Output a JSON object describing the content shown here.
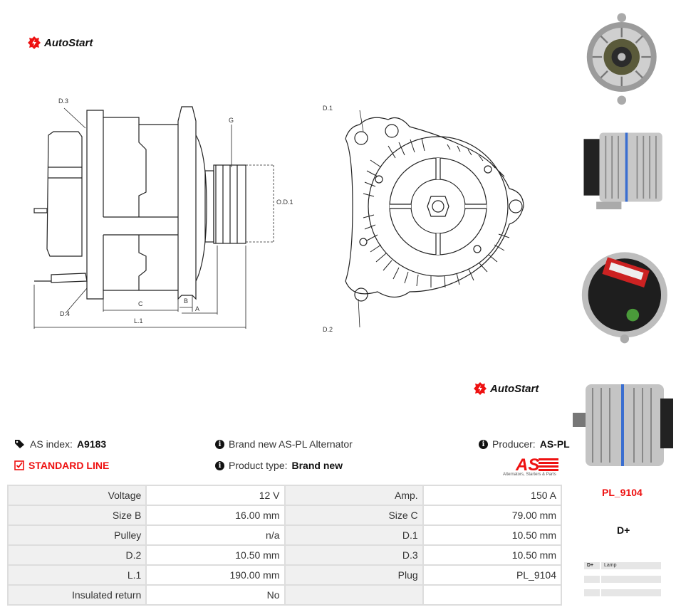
{
  "brand": {
    "name": "AutoStart"
  },
  "drawing": {
    "labels": {
      "d3": "D.3",
      "d4": "D.4",
      "g": "G",
      "od1": "O.D.1",
      "c": "C",
      "b": "B",
      "a": "A",
      "l1": "L.1",
      "d1": "D.1",
      "d2": "D.2"
    }
  },
  "info": {
    "as_index_label": "AS index:",
    "as_index_value": "A9183",
    "standard_line": "STANDARD LINE",
    "brand_new_text": "Brand new AS-PL Alternator",
    "product_type_label": "Product type:",
    "product_type_value": "Brand new",
    "producer_label": "Producer:",
    "producer_value": "AS-PL"
  },
  "badge": {
    "text": "AS",
    "tagline": "Alternators, Starters & Parts"
  },
  "specs": [
    {
      "l1": "Voltage",
      "v1": "12 V",
      "l2": "Amp.",
      "v2": "150 A"
    },
    {
      "l1": "Size B",
      "v1": "16.00 mm",
      "l2": "Size C",
      "v2": "79.00 mm"
    },
    {
      "l1": "Pulley",
      "v1": "n/a",
      "l2": "D.1",
      "v2": "10.50 mm"
    },
    {
      "l1": "D.2",
      "v1": "10.50 mm",
      "l2": "D.3",
      "v2": "10.50 mm"
    },
    {
      "l1": "L.1",
      "v1": "190.00 mm",
      "l2": "Plug",
      "v2": "PL_9104"
    },
    {
      "l1": "Insulated return",
      "v1": "No",
      "l2": "",
      "v2": ""
    }
  ],
  "plug": {
    "code": "PL_9104",
    "pin": "D+",
    "pins": [
      {
        "pin": "D+",
        "desc": "Lamp"
      },
      {
        "pin": "",
        "desc": ""
      },
      {
        "pin": "",
        "desc": ""
      }
    ]
  },
  "colors": {
    "accent": "#e11111",
    "line": "#222222"
  }
}
